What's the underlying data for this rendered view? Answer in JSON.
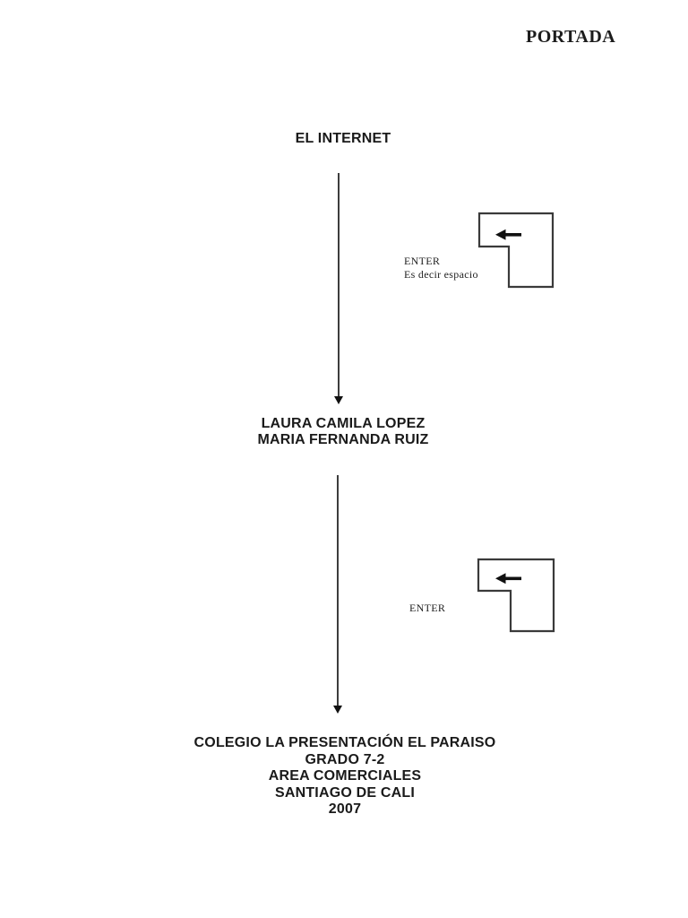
{
  "page": {
    "header_label": "PORTADA",
    "title": "EL INTERNET",
    "authors": [
      "LAURA CAMILA LOPEZ",
      "MARIA FERNANDA RUIZ"
    ],
    "footer_lines": [
      "COLEGIO LA PRESENTACIÓN EL PARAISO",
      "GRADO 7-2",
      "AREA COMERCIALES",
      "SANTIAGO DE CALI",
      "2007"
    ],
    "annotations": {
      "enter_note_1": {
        "label": "ENTER",
        "sublabel": "Es decir espacio"
      },
      "enter_note_2": {
        "label": "ENTER"
      }
    },
    "icons": {
      "enter_key": "enter-key-icon",
      "down_arrow": "down-arrow-connector"
    },
    "colors": {
      "background": "#ffffff",
      "ink": "#1a1a1a",
      "line": "#3d3d3d",
      "arrow_fill": "#111111"
    }
  }
}
